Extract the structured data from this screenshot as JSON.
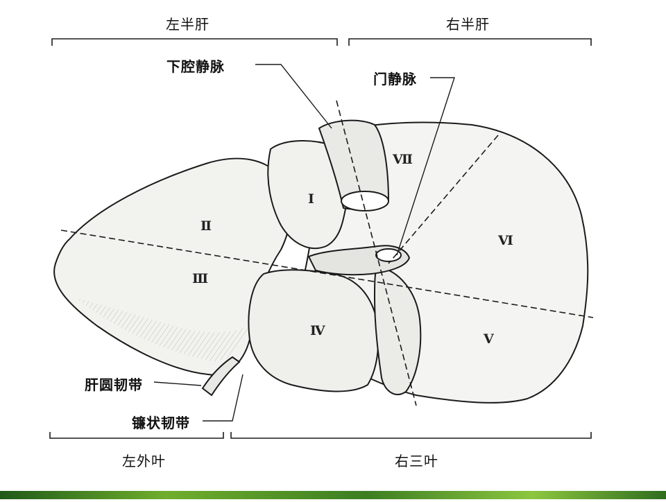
{
  "top_labels": {
    "left_half_liver": "左半肝",
    "right_half_liver": "右半肝"
  },
  "structure_labels": {
    "inferior_vena_cava": "下腔静脉",
    "portal_vein": "门静脉",
    "round_ligament": "肝圆韧带",
    "falciform_ligament": "镰状韧带"
  },
  "bottom_labels": {
    "left_lateral_lobe": "左外叶",
    "right_three_lobes": "右三叶"
  },
  "segments": [
    "Ⅰ",
    "Ⅱ",
    "Ⅲ",
    "Ⅳ",
    "Ⅴ",
    "Ⅵ",
    "Ⅶ"
  ],
  "colors": {
    "line": "#1a1a1a",
    "fill": "#f3f3f1",
    "shade": "#d9d9d6",
    "footer": "#4a8f26"
  }
}
